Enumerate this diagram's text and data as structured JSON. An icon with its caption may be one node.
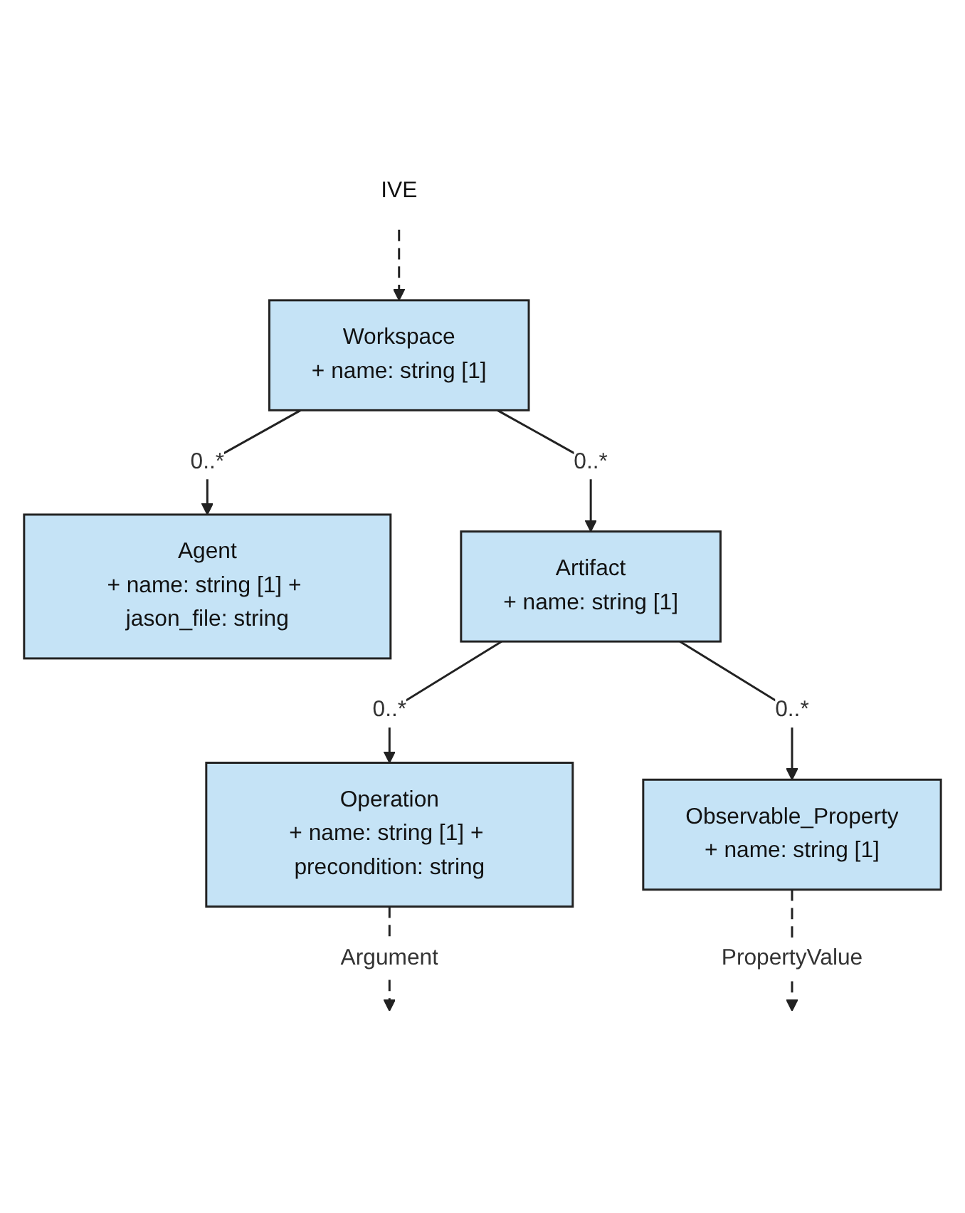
{
  "diagram": {
    "nodes": [
      {
        "text": [
          "IVE"
        ]
      },
      {
        "text": [
          "Workspace",
          "+ name: string [1]"
        ]
      },
      {
        "text": [
          "Agent",
          "+ name: string [1] + jason_file: string"
        ]
      },
      {
        "text": [
          "Artifact",
          "+ name: string [1]"
        ]
      },
      {
        "text": [
          "Operation",
          "+ name: string [1] + precondition: string"
        ]
      },
      {
        "text": [
          "Observable_Property",
          "+ name: string [1]"
        ]
      }
    ],
    "edges": [
      {
        "from": 0,
        "to": 1,
        "arrow": "to",
        "style": "dashed"
      },
      {
        "from": 1,
        "to": 2,
        "arrow": "to",
        "label": "0..*"
      },
      {
        "from": 1,
        "to": 3,
        "arrow": "to",
        "label": "0..*"
      },
      {
        "from": 3,
        "to": 4,
        "arrow": "to",
        "label": "0..*"
      },
      {
        "from": 3,
        "to": 5,
        "arrow": "to",
        "label": "0..*"
      },
      {
        "from": 4,
        "to": null,
        "arrow": "to",
        "style": "dashed",
        "label": "Argument"
      },
      {
        "from": 5,
        "to": null,
        "arrow": "to",
        "style": "dashed",
        "label": "PropertyValue"
      }
    ]
  }
}
